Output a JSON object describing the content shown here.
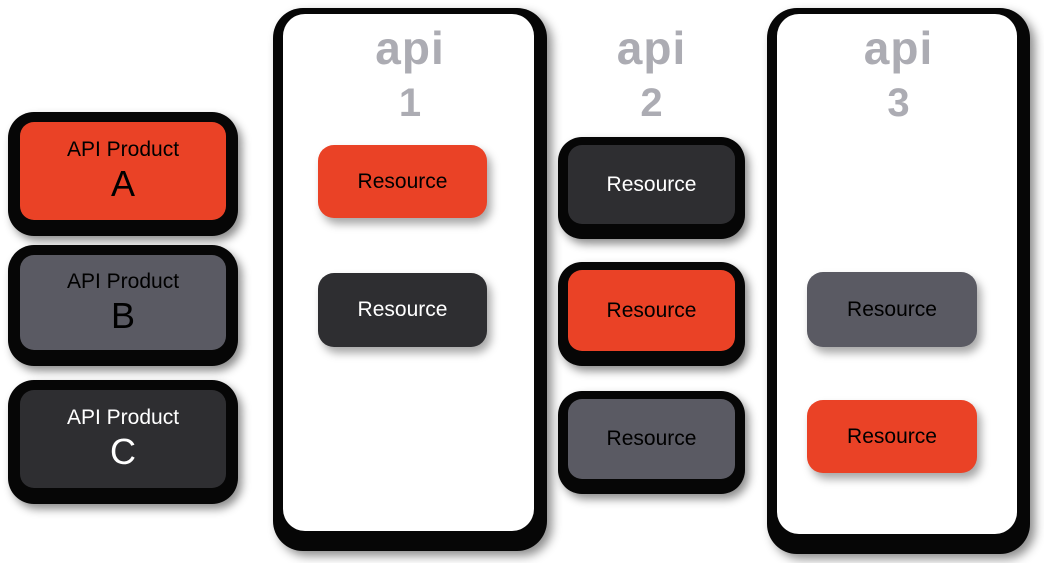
{
  "products": [
    {
      "line1": "API Product",
      "letter": "A",
      "color": "#EA4226",
      "text_color": "#000000"
    },
    {
      "line1": "API Product",
      "letter": "B",
      "color": "#5A5A63",
      "text_color": "#000000"
    },
    {
      "line1": "API Product",
      "letter": "C",
      "color": "#2E2E31",
      "text_color": "#FFFFFF"
    }
  ],
  "apis": [
    {
      "label": "api",
      "number": "1",
      "has_container": true,
      "resources": [
        {
          "label": "Resource",
          "color": "#EA4226",
          "text_color": "#000000",
          "style": "plain"
        },
        {
          "label": "Resource",
          "color": "#2E2E31",
          "text_color": "#FFFFFF",
          "style": "plain"
        }
      ]
    },
    {
      "label": "api",
      "number": "2",
      "has_container": false,
      "resources": [
        {
          "label": "Resource",
          "color": "#2E2E31",
          "text_color": "#FFFFFF",
          "style": "outlined"
        },
        {
          "label": "Resource",
          "color": "#EA4226",
          "text_color": "#000000",
          "style": "outlined"
        },
        {
          "label": "Resource",
          "color": "#5A5A63",
          "text_color": "#000000",
          "style": "outlined"
        }
      ]
    },
    {
      "label": "api",
      "number": "3",
      "has_container": true,
      "resources": [
        {
          "label": "Resource",
          "color": "#5A5A63",
          "text_color": "#000000",
          "style": "plain"
        },
        {
          "label": "Resource",
          "color": "#EA4226",
          "text_color": "#000000",
          "style": "plain"
        }
      ]
    }
  ],
  "palette": {
    "accent_red": "#EA4226",
    "mid_gray": "#5A5A63",
    "dark_gray": "#2E2E31",
    "api_label_gray": "#ACACB3",
    "casing_black": "#060606",
    "background": "#FFFFFF"
  }
}
